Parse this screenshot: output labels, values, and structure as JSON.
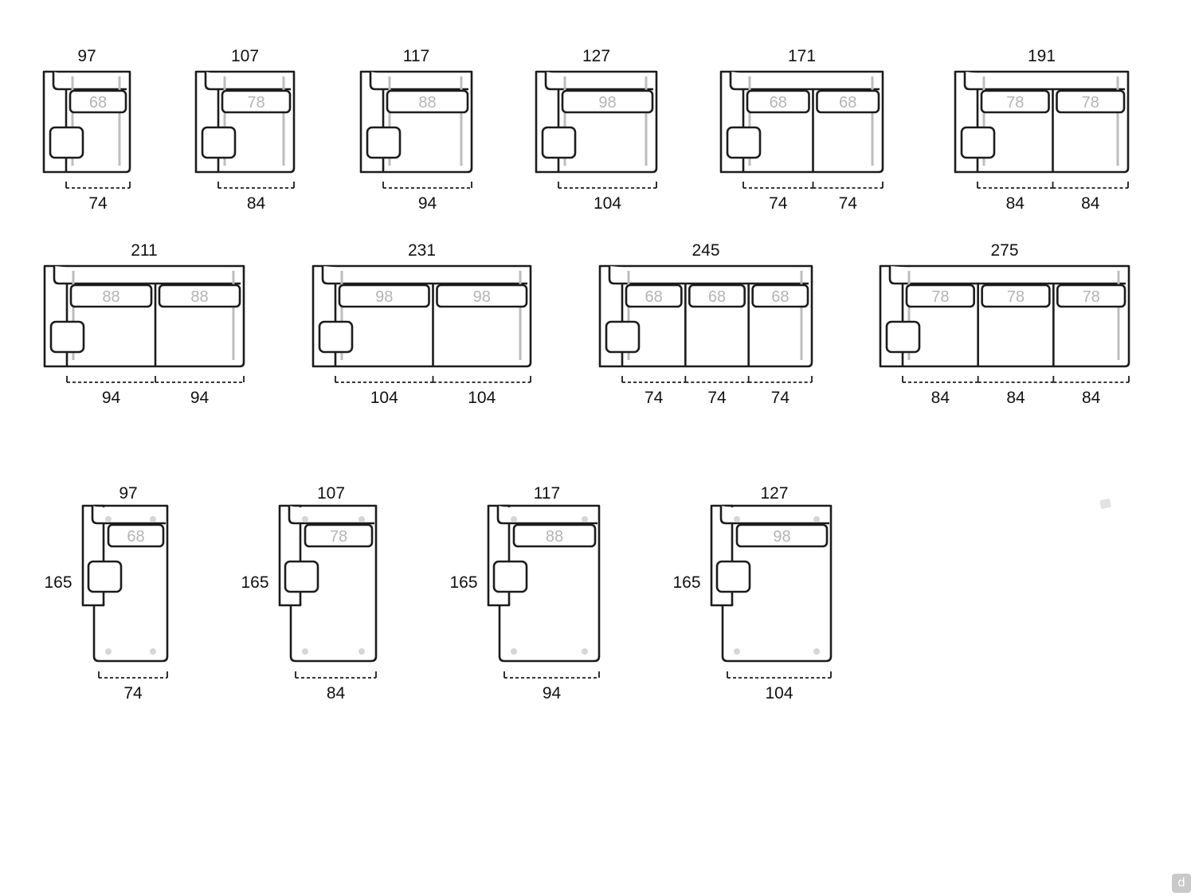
{
  "diagram": {
    "accent_colors": {
      "outline": "#1c1c1c",
      "cushion_text": "#b4b4b4",
      "guide": "#bdbdbd"
    },
    "rows": [
      {
        "type": "sofa",
        "modules": [
          {
            "width": "97",
            "seats": [
              {
                "cushion": "68",
                "depth": "74"
              }
            ]
          },
          {
            "width": "107",
            "seats": [
              {
                "cushion": "78",
                "depth": "84"
              }
            ]
          },
          {
            "width": "117",
            "seats": [
              {
                "cushion": "88",
                "depth": "94"
              }
            ]
          },
          {
            "width": "127",
            "seats": [
              {
                "cushion": "98",
                "depth": "104"
              }
            ]
          },
          {
            "width": "171",
            "seats": [
              {
                "cushion": "68",
                "depth": "74"
              },
              {
                "cushion": "68",
                "depth": "74"
              }
            ]
          },
          {
            "width": "191",
            "seats": [
              {
                "cushion": "78",
                "depth": "84"
              },
              {
                "cushion": "78",
                "depth": "84"
              }
            ]
          }
        ]
      },
      {
        "type": "sofa",
        "modules": [
          {
            "width": "211",
            "seats": [
              {
                "cushion": "88",
                "depth": "94"
              },
              {
                "cushion": "88",
                "depth": "94"
              }
            ]
          },
          {
            "width": "231",
            "seats": [
              {
                "cushion": "98",
                "depth": "104"
              },
              {
                "cushion": "98",
                "depth": "104"
              }
            ]
          },
          {
            "width": "245",
            "seats": [
              {
                "cushion": "68",
                "depth": "74"
              },
              {
                "cushion": "68",
                "depth": "74"
              },
              {
                "cushion": "68",
                "depth": "74"
              }
            ]
          },
          {
            "width": "275",
            "seats": [
              {
                "cushion": "78",
                "depth": "84"
              },
              {
                "cushion": "78",
                "depth": "84"
              },
              {
                "cushion": "78",
                "depth": "84"
              }
            ]
          }
        ]
      },
      {
        "type": "chaise",
        "modules": [
          {
            "width": "97",
            "length": "165",
            "seats": [
              {
                "cushion": "68",
                "depth": "74"
              }
            ]
          },
          {
            "width": "107",
            "length": "165",
            "seats": [
              {
                "cushion": "78",
                "depth": "84"
              }
            ]
          },
          {
            "width": "117",
            "length": "165",
            "seats": [
              {
                "cushion": "88",
                "depth": "94"
              }
            ]
          },
          {
            "width": "127",
            "length": "165",
            "seats": [
              {
                "cushion": "98",
                "depth": "104"
              }
            ]
          }
        ]
      }
    ]
  },
  "watermark": {
    "glyph": "d"
  }
}
